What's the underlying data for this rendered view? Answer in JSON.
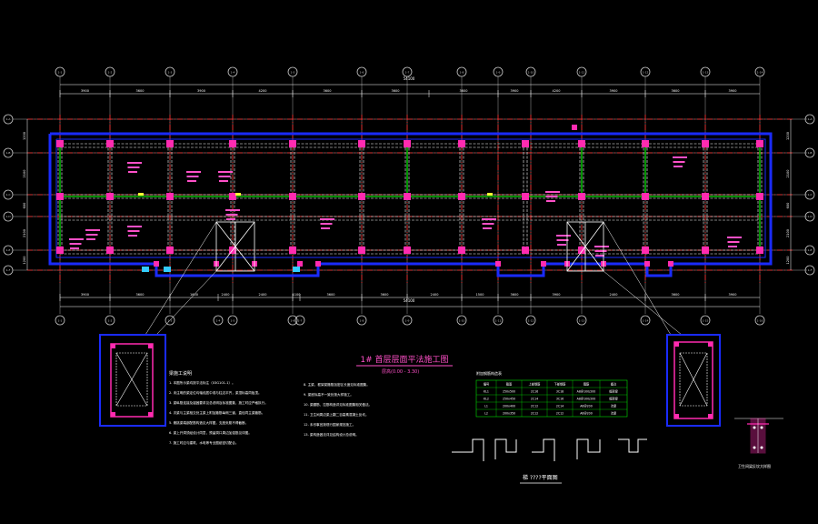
{
  "drawing": {
    "title": "1# 首层层面平法施工图",
    "subtitle": "层高(0.00 - 3.30)",
    "total_dimension": "54100",
    "grid_top": [
      "1-1",
      "1-2",
      "1-3",
      "1-4",
      "1-5",
      "1-6",
      "1-7",
      "1-8",
      "1-9",
      "1-10",
      "1-11",
      "1-12",
      "1-13",
      "1-14"
    ],
    "grid_bottom": [
      "1-1",
      "1-2",
      "1-3",
      "1-4",
      "1-5",
      "1-6",
      "1-7",
      "1-8",
      "1-9",
      "1-10",
      "1-11",
      "1-12",
      "1-13",
      "1-14",
      "1-15",
      "1-16"
    ],
    "grid_left": [
      "1-A",
      "1-B",
      "1-C",
      "1-D",
      "1-E",
      "1-F"
    ],
    "grid_right": [
      "1-A",
      "1-B",
      "1-C",
      "1-D",
      "1-E",
      "1-F"
    ],
    "top_dims": [
      "3900",
      "3600",
      "3900",
      "4200",
      "3600",
      "3600",
      "3600",
      "3900",
      "4200",
      "3900",
      "3600",
      "3900"
    ],
    "bottom_dims": [
      "3900",
      "3600",
      "1600",
      "2400",
      "2400",
      "1100",
      "3600",
      "3600",
      "2400",
      "1500",
      "3600",
      "3900",
      "2400",
      "3600",
      "3900"
    ],
    "left_dims": [
      "1200",
      "2100",
      "600",
      "2100",
      "1200"
    ],
    "right_dims": [
      "1200",
      "2100",
      "600",
      "2100",
      "1200"
    ]
  },
  "notes": {
    "heading": "梁施工说明",
    "left_items": [
      "1. 本图所示梁均按平法标注（03G101-1）。",
      "2. 未注明的梁定位均轴线居中或与柱边平齐，梁顶标高同板顶。",
      "3. 梁纵筋连接及锚固要求见总说明及标准图集，施工时应严格执行。",
      "4. 次梁与主梁相交处主梁上附加箍筋每侧三道，直径同主梁箍筋。",
      "5. 悬挑梁端部配筋构造见大样图，支座负筋不得截断。",
      "6. 梁上开洞须经设计同意，预留洞口周边加强筋见详图。",
      "7. 施工时应与建筑、水电等专业图纸密切配合。"
    ],
    "right_items": [
      "8. 主梁、框架梁箍筋加密区长度见标准图集。",
      "9. 梁底标高不一致处按大样施工。",
      "10. 梁腰筋、拉筋构造详见标准图集相关做法。",
      "11. 卫生间周边梁上翻二百高素混凝土反坎。",
      "12. 未尽事宜按现行国家规范施工。",
      "13. 梁构造做法详见结构设计总说明。"
    ]
  },
  "table": {
    "title": "附加钢筋构造表",
    "headers": [
      "编号",
      "截面",
      "上部钢筋",
      "下部钢筋",
      "箍筋",
      "备注"
    ],
    "rows": [
      [
        "KL1",
        "250x500",
        "2C16",
        "3C18",
        "A8@100/200",
        "框架梁"
      ],
      [
        "KL2",
        "250x450",
        "2C14",
        "3C16",
        "A8@100/200",
        "框架梁"
      ],
      [
        "L1",
        "200x400",
        "2C12",
        "2C14",
        "A6@200",
        "次梁"
      ],
      [
        "L2",
        "200x350",
        "2C12",
        "2C12",
        "A6@200",
        "次梁"
      ]
    ]
  },
  "details": {
    "stair_caption": "梯 ????平面图",
    "section_caption": "卫生间梁反坎大样图"
  },
  "colors": {
    "background": "#000000",
    "grid_line": "#ff2a2a",
    "dimension": "#ffffff",
    "axis": "#c8c8c8",
    "beam": "#00e000",
    "outline": "#1a2bff",
    "column": "#ff2bb0",
    "text_pink": "#ff50c8",
    "text_yellow": "#ffff33",
    "text_cyan": "#33ccff"
  }
}
